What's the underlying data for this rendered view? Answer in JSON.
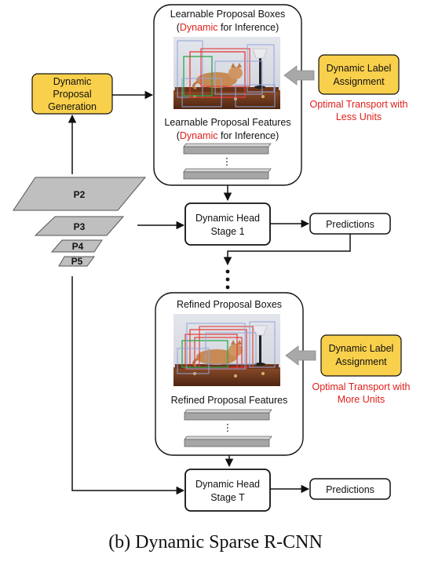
{
  "colors": {
    "highlight_fill": "#f9d04c",
    "highlight_stroke": "#c8a217",
    "accent_red": "#e0201b",
    "level_fill": "#bfbfbf",
    "feature_bar_fill": "#a6a6a6",
    "arrow_gray": "#9a9a9a"
  },
  "top_block": {
    "boxes_title_line1": "Learnable Proposal Boxes",
    "boxes_title_paren_open": "(",
    "boxes_title_dynamic": "Dynamic",
    "boxes_title_rest": " for Inference)",
    "features_title_line1": "Learnable Proposal Features",
    "features_title_paren_open": "(",
    "features_title_dynamic": "Dynamic",
    "features_title_rest": " for Inference)",
    "ellipsis": "⋮"
  },
  "bottom_block": {
    "boxes_title": "Refined Proposal Boxes",
    "features_title": "Refined Proposal Features",
    "ellipsis": "⋮"
  },
  "proposal_generation": {
    "line1": "Dynamic",
    "line2": "Proposal",
    "line3": "Generation"
  },
  "label_assignment_top": {
    "line1": "Dynamic Label",
    "line2": "Assignment",
    "note_line1": "Optimal Transport with",
    "note_line2": "Less Units"
  },
  "label_assignment_bottom": {
    "line1": "Dynamic Label",
    "line2": "Assignment",
    "note_line1": "Optimal Transport with",
    "note_line2": "More Units"
  },
  "pyramid_levels": [
    "P2",
    "P3",
    "P4",
    "P5"
  ],
  "head_stage_1": {
    "line1": "Dynamic Head",
    "line2": "Stage 1"
  },
  "head_stage_t": {
    "line1": "Dynamic Head",
    "line2": "Stage T"
  },
  "predictions_1": "Predictions",
  "predictions_t": "Predictions",
  "vertical_dots": "⋮",
  "caption": "(b) Dynamic Sparse R-CNN"
}
